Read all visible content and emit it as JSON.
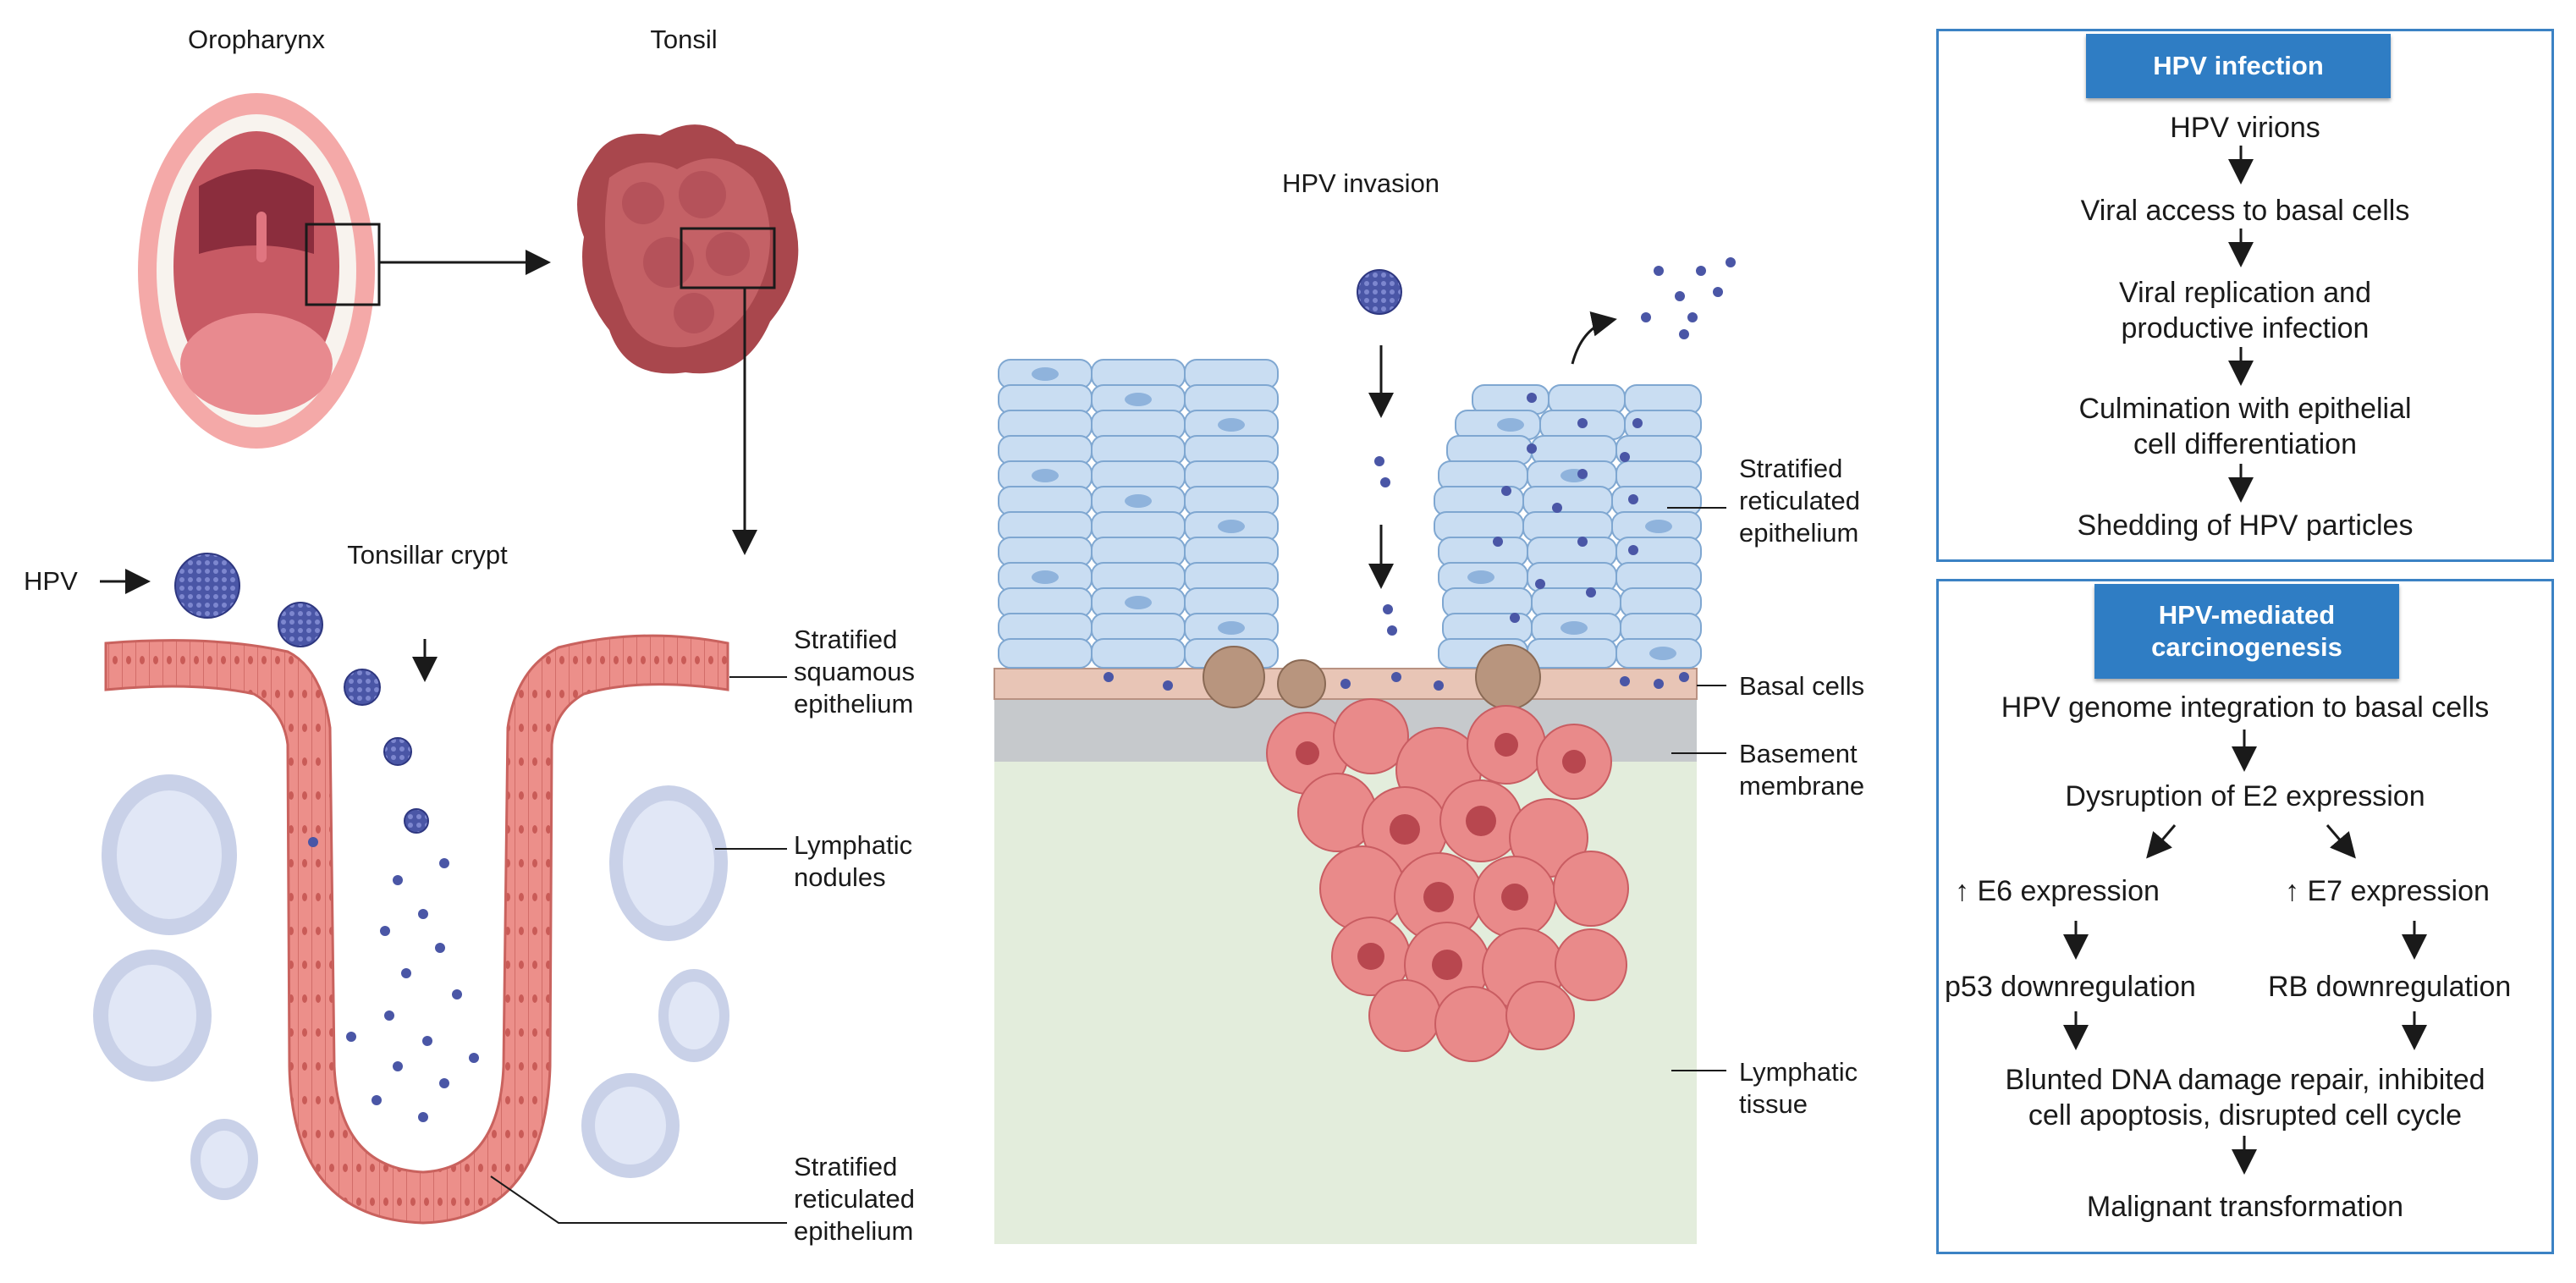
{
  "labels": {
    "oropharynx": "Oropharynx",
    "tonsil": "Tonsil",
    "hpv": "HPV",
    "tonsillar_crypt": "Tonsillar crypt",
    "stratified_squamous": "Stratified squamous epithelium",
    "lymphatic_nodules": "Lymphatic nodules",
    "stratified_reticulated_left": "Stratified reticulated epithelium",
    "hpv_invasion": "HPV invasion",
    "stratified_reticulated_mid": "Stratified reticulated epithelium",
    "basal_cells": "Basal cells",
    "basement_membrane": "Basement membrane",
    "lymphatic_tissue": "Lymphatic tissue"
  },
  "infection_box": {
    "title": "HPV infection",
    "steps": [
      "HPV virions",
      "Viral access to basal cells",
      "Viral replication and",
      "productive infection",
      "Culmination with epithelial",
      "cell differentiation",
      "Shedding of HPV particles"
    ]
  },
  "carcinogenesis_box": {
    "title_line1": "HPV-mediated",
    "title_line2": "carcinogenesis",
    "step1": "HPV genome integration to basal cells",
    "step2": "Dysruption of E2 expression",
    "e6": "E6 expression",
    "e7": "E7 expression",
    "up_arrow": "↑",
    "p53": "p53 downregulation",
    "rb": "RB downregulation",
    "outcome1": "Blunted DNA damage repair, inhibited",
    "outcome2": "cell apoptosis, disrupted cell cycle",
    "final": "Malignant transformation"
  },
  "colors": {
    "accent_blue": "#2f7dc4",
    "border_blue": "#3b82c4",
    "epithelium_pink": "#e98a86",
    "cell_blue": "#c9ddf2",
    "virus_blue": "#4a56a6",
    "basement_gray": "#c6c9cc",
    "lymph_green": "#e3eddc"
  }
}
